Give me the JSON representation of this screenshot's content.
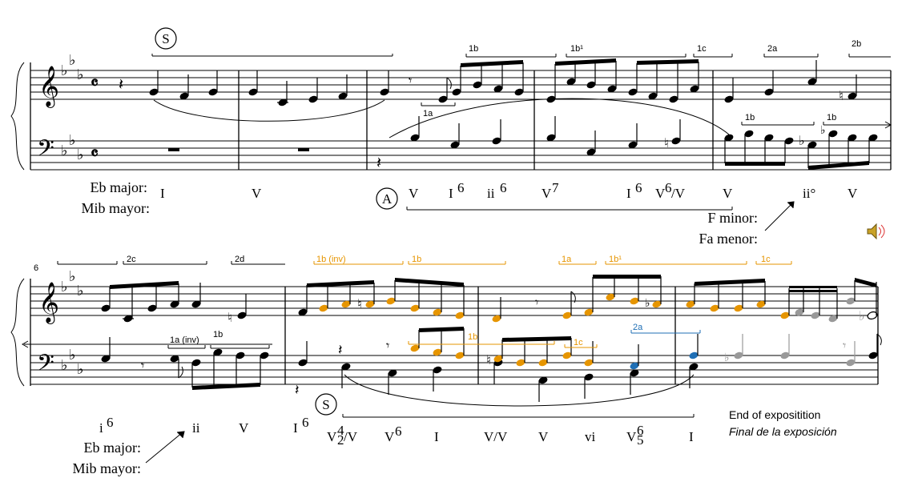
{
  "system1": {
    "section_s": "S",
    "section_a": "A",
    "clef_treble": "𝄞",
    "clef_bass": "𝄢",
    "time_sig": "c",
    "motif_labels": [
      "1b",
      "1b¹",
      "1c",
      "2a",
      "2b",
      "1a",
      "1b",
      "1b"
    ],
    "key_label_en": "Eb major:",
    "key_label_es": "Mib mayor:",
    "roman": [
      "I",
      "V",
      "V",
      "I",
      "ii",
      "V",
      "I",
      "V",
      "V",
      "ii°",
      "V"
    ],
    "roman_sup": [
      "6",
      "6",
      "7",
      "6",
      "6"
    ],
    "modulation_en": "F minor:",
    "modulation_es": "Fa menor:"
  },
  "system2": {
    "measure_number": "6",
    "section_s": "S",
    "motif_labels_black": [
      "2c",
      "2d",
      "1a (inv)",
      "1b"
    ],
    "motif_labels_orange": [
      "1b (inv)",
      "1b",
      "1a",
      "1b¹",
      "1c",
      "1b",
      "1c"
    ],
    "motif_labels_blue": [
      "2a"
    ],
    "roman": [
      "i",
      "ii",
      "V",
      "I",
      "V",
      "/V",
      "V",
      "I",
      "V/V",
      "V",
      "vi",
      "V",
      "I"
    ],
    "roman_sup": [
      "6",
      "6",
      "4",
      "2",
      "6",
      "6",
      "5"
    ],
    "key_label_en": "Eb major:",
    "key_label_es": "Mib mayor:",
    "end_en": "End of expositition",
    "end_es": "Final de la exposición"
  },
  "speaker_icon": "speaker-icon",
  "colors": {
    "orange": "#e69500",
    "blue": "#1f6fb5",
    "gray": "#999999"
  }
}
